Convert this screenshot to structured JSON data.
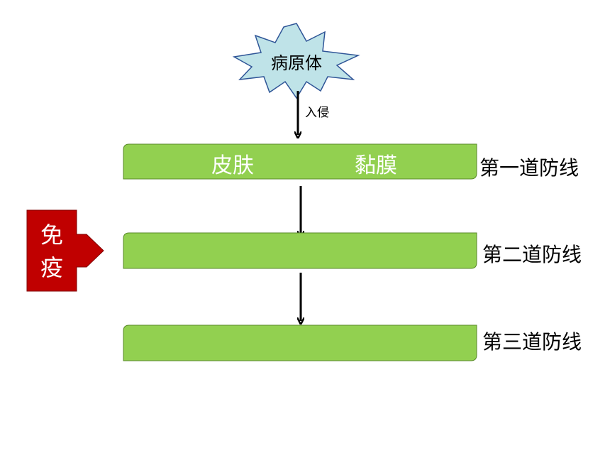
{
  "pathogen": {
    "label": "病原体"
  },
  "invade": {
    "label": "入侵"
  },
  "immunity": {
    "char1": "免",
    "char2": "疫"
  },
  "lines": [
    {
      "label": "第一道防线",
      "items": [
        "皮肤",
        "黏膜"
      ]
    },
    {
      "label": "第二道防线",
      "items": []
    },
    {
      "label": "第三道防线",
      "items": []
    }
  ],
  "colors": {
    "box_fill": "#92d050",
    "box_stroke": "#5a8a2a",
    "burst_fill": "#bfe3e8",
    "immune_fill": "#c00000",
    "immune_stroke": "#800000"
  }
}
